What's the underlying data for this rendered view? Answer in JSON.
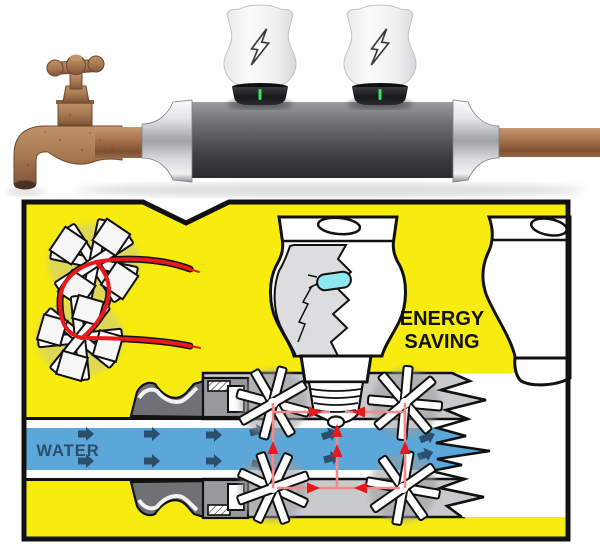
{
  "labels": {
    "water": "WATER",
    "energy_saving": {
      "line1": "ENERGY",
      "line2": "SAVING"
    }
  },
  "colors": {
    "callout_yellow": "#f7ec0e",
    "water_blue": "#5ba7da",
    "flow_arrow_navy": "#2a4e6c",
    "current_red": "#e6191d",
    "wire_pink": "#f4898b",
    "housing_grey": "#c9cacb",
    "fitting_dark_grey": "#707176",
    "led_cyan": "#8ce9f2",
    "indicator_green": "#35e464",
    "copper": "#a9734f",
    "outline_black": "#111111"
  },
  "top_device": {
    "bulb_modules": [
      {
        "symbol_icon": "lightning-bolt-icon",
        "indicator_color": "#35e464"
      },
      {
        "symbol_icon": "lightning-bolt-icon",
        "indicator_color": "#35e464"
      }
    ]
  },
  "cutaway_diagram": {
    "flow_direction": "right",
    "turbine_count": 4,
    "sketch_wheel_count": 2,
    "bulb_count": 2
  }
}
